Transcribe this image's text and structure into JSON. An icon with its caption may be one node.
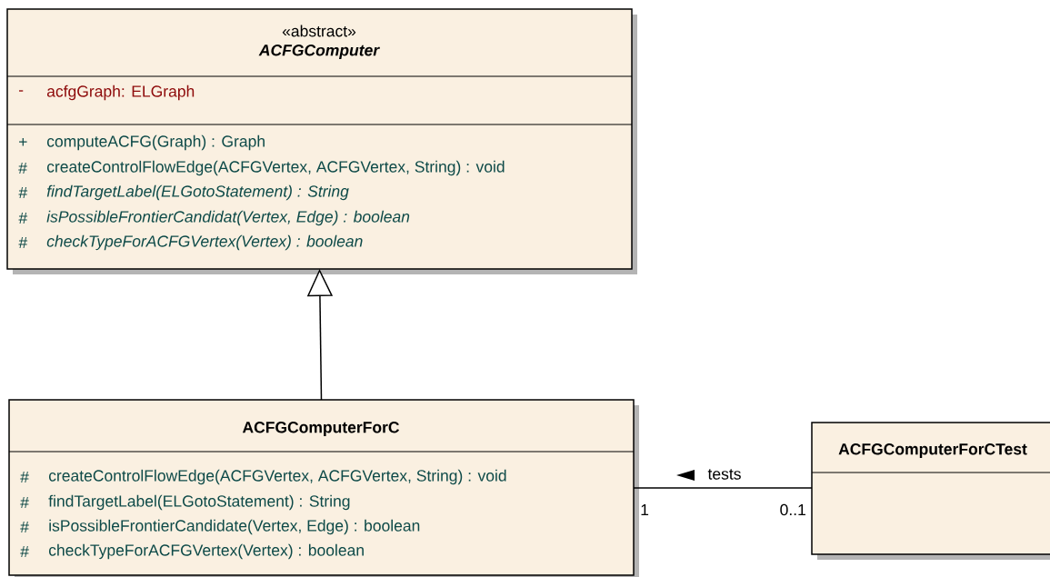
{
  "diagram": {
    "nodes": [
      {
        "text": [
          "«abstract»",
          "ACFGComputer",
          "-",
          "acfgGraph: ELGraph",
          "+",
          "computeACFG(Graph) : Graph",
          "#",
          "createControlFlowEdge(ACFGVertex, ACFGVertex, String) : void",
          "#",
          "findTargetLabel(ELGotoStatement) : String",
          "#",
          "isPossibleFrontierCandidat(Vertex, Edge) : boolean",
          "#",
          "checkTypeForACFGVertex(Vertex) : boolean"
        ]
      },
      {
        "text": [
          "ACFGComputerForC",
          "#",
          "createControlFlowEdge(ACFGVertex, ACFGVertex, String) : void",
          "#",
          "findTargetLabel(ELGotoStatement) : String",
          "#",
          "isPossibleFrontierCandidate(Vertex, Edge) : boolean",
          "#",
          "checkTypeForACFGVertex(Vertex) : boolean"
        ]
      },
      {
        "text": [
          "ACFGComputerForCTest"
        ]
      }
    ],
    "edges": [
      {
        "from": 1,
        "to": 0,
        "arrow": "to"
      },
      {
        "from": 1,
        "to": 2,
        "arrow": "none",
        "label": "tests"
      }
    ],
    "labels": [
      "1",
      "0..1"
    ]
  }
}
